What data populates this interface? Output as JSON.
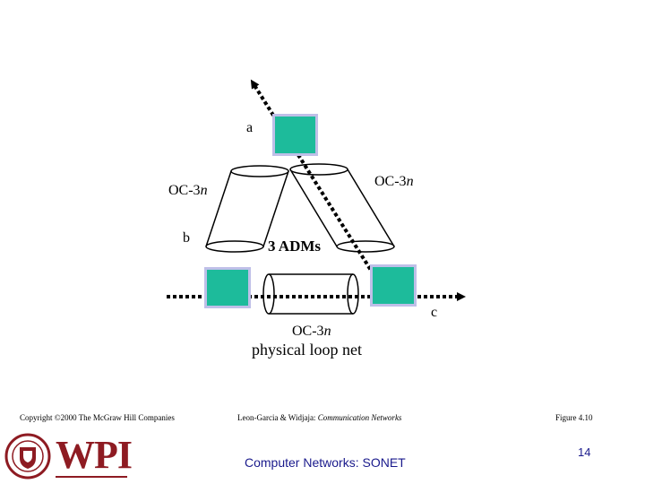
{
  "diagram": {
    "node_labels": {
      "a": "a",
      "b": "b",
      "c": "c"
    },
    "ring_labels": {
      "left": "OC-3",
      "right": "OC-3",
      "bottom": "OC-3",
      "suffix": "n"
    },
    "adm_label": "3 ADMs",
    "caption": "physical loop net",
    "colors": {
      "adm_fill": "#1dbb9b",
      "adm_border": "#bfbfe8",
      "arrow": "#000000"
    }
  },
  "footer": {
    "copyright": "Copyright ©2000 The McGraw Hill Companies",
    "authors": "Leon-Garcia & Widjaja:",
    "book": "Communication Networks",
    "figure": "Figure 4.10",
    "course": "Computer Networks: SONET",
    "page_number": "14",
    "logo": "WPI"
  }
}
